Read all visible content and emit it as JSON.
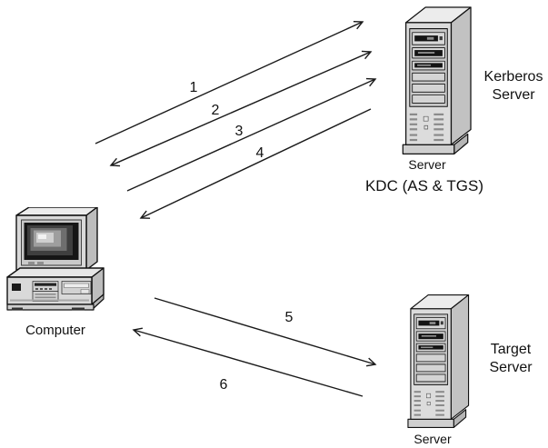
{
  "diagram": {
    "kind": "kerberos-authentication-flow",
    "nodes": {
      "computer": {
        "icon": "desktop-computer-icon",
        "label": "Computer"
      },
      "kerberos_server": {
        "icon": "server-tower-icon",
        "icon_caption": "Server",
        "name_lines": [
          "Kerberos",
          "Server"
        ],
        "sublabel": "KDC (AS & TGS)"
      },
      "target_server": {
        "icon": "server-tower-icon",
        "icon_caption": "Server",
        "name_lines": [
          "Target",
          "Server"
        ]
      }
    },
    "arrows": [
      {
        "label": "1",
        "from": "computer",
        "to": "kerberos_server",
        "heads": "end"
      },
      {
        "label": "2",
        "from": "kerberos_server",
        "to": "computer",
        "heads": "both"
      },
      {
        "label": "3",
        "from": "computer",
        "to": "kerberos_server",
        "heads": "end"
      },
      {
        "label": "4",
        "from": "kerberos_server",
        "to": "computer",
        "heads": "end"
      },
      {
        "label": "5",
        "from": "computer",
        "to": "target_server",
        "heads": "end"
      },
      {
        "label": "6",
        "from": "target_server",
        "to": "computer",
        "heads": "end"
      }
    ],
    "colors": {
      "background": "#ffffff",
      "line": "#1a1a1a",
      "fill_light": "#dcdcdc",
      "fill_lighter": "#ececec",
      "fill_mid": "#c2c2c2",
      "slot_dark": "#141414"
    }
  }
}
